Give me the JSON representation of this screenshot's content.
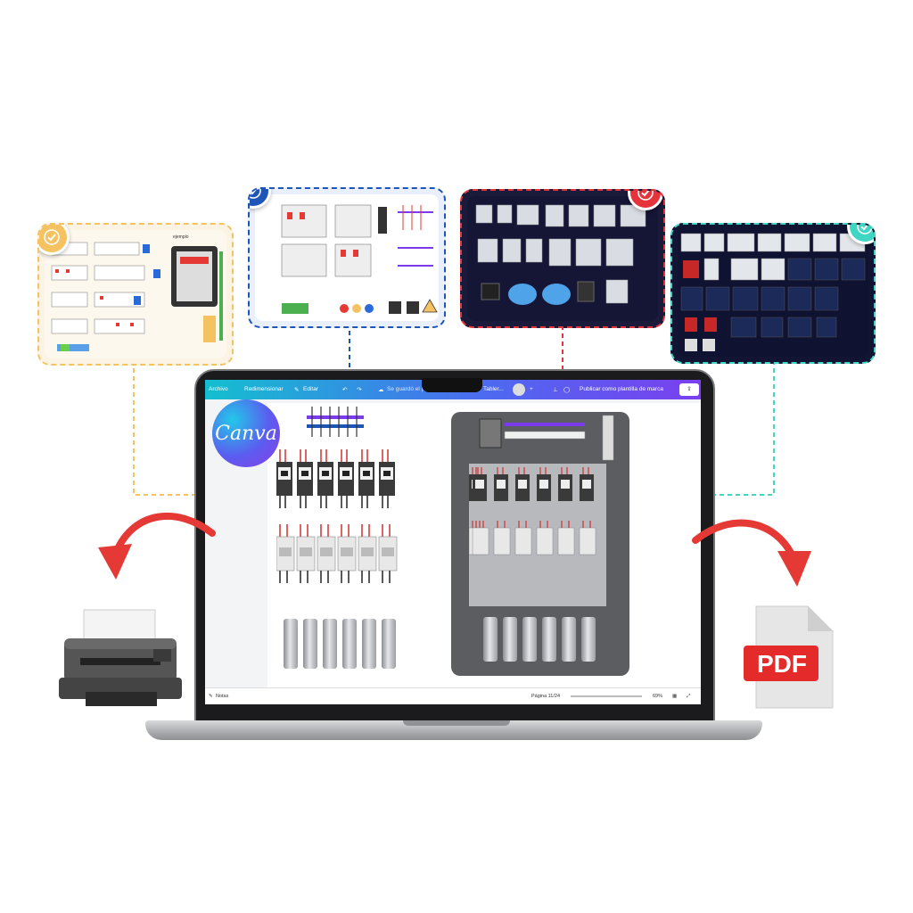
{
  "app": {
    "name": "Canva",
    "menu": {
      "file": "Archivo",
      "resize": "Redimensionar",
      "edit": "Editar"
    },
    "save_status": "Se guardó el proyecto",
    "doc_title": "Tabler...",
    "publish": "Publicar como plantilla de marca"
  },
  "footer": {
    "notes": "Notas",
    "page": "Página 11/24",
    "zoom": "69%"
  },
  "thumbnails": [
    {
      "label": "ejemplo",
      "accent": "#f5c262"
    },
    {
      "label": "",
      "accent": "#1e56b8"
    },
    {
      "label": "",
      "accent": "#e5333b"
    },
    {
      "label": "",
      "accent": "#3fd6c4"
    }
  ],
  "outputs": {
    "pdf_label": "PDF",
    "printer_icon": "printer-icon",
    "pdf_icon": "pdf-file-icon"
  },
  "colors": {
    "arrow": "#e53935",
    "pdf_red": "#e52a2a"
  }
}
